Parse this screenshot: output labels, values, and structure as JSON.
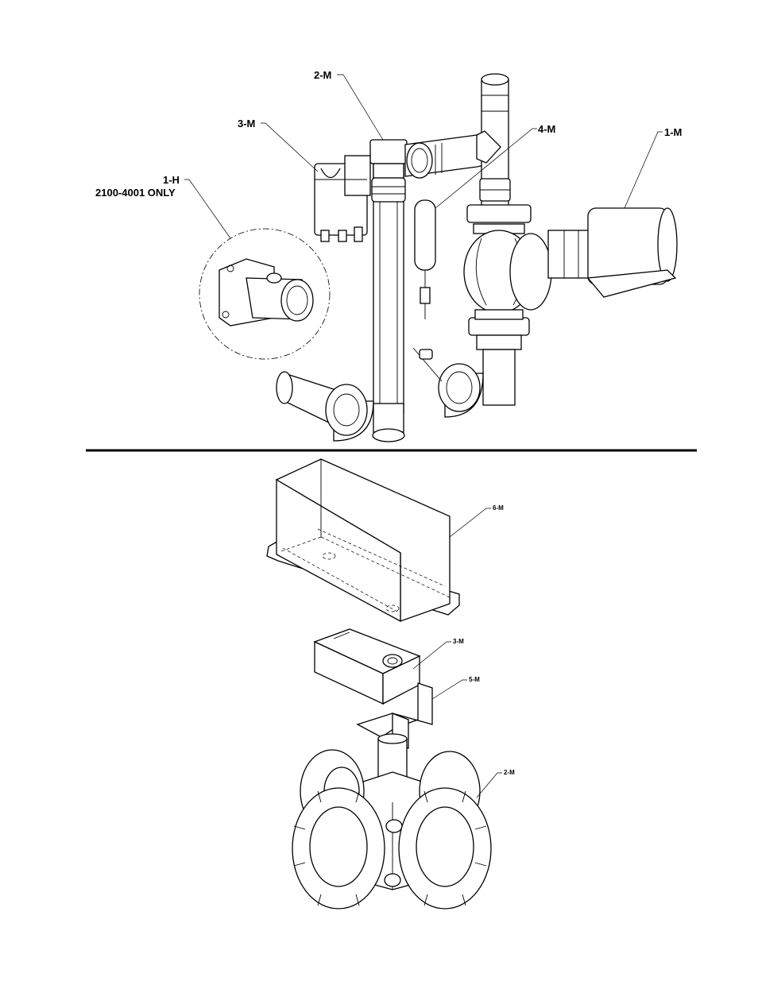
{
  "labels": {
    "l_2m_top": "2-M",
    "l_3m_top": "3-M",
    "l_1h": "1-H",
    "l_1h_note": "2100-4001 ONLY",
    "l_4m": "4-M",
    "l_1m": "1-M",
    "l_6m": "6-M",
    "l_3m_bottom": "3-M",
    "l_5m": "5-M",
    "l_2m_bottom": "2-M"
  }
}
